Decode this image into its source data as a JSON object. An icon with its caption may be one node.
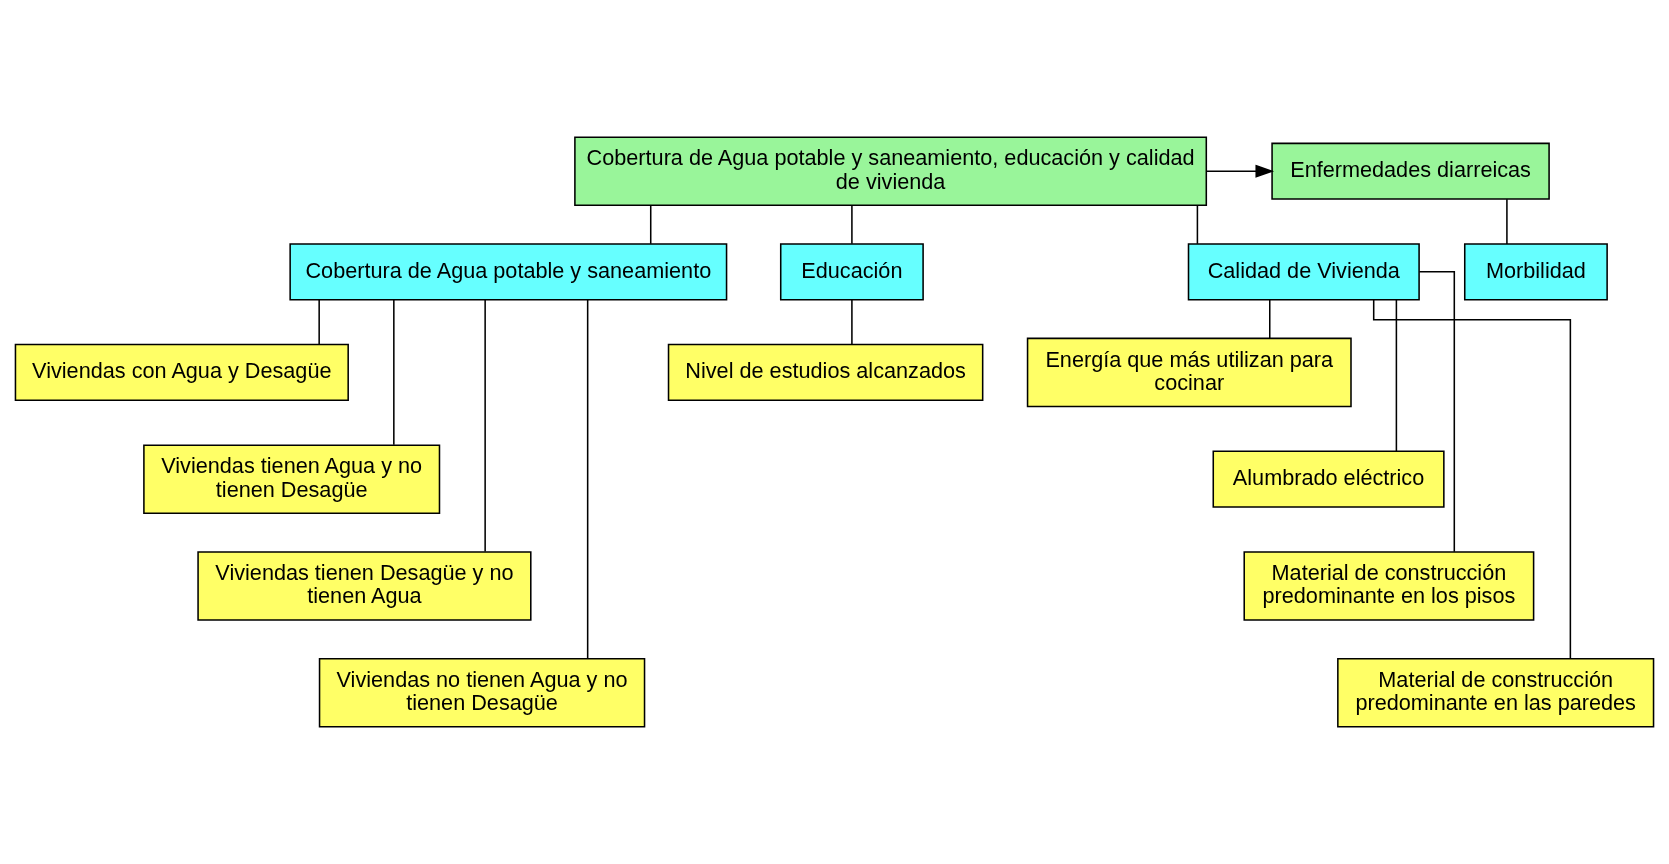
{
  "diagram": {
    "nodes": [
      {
        "text": [
          "Cobertura de Agua potable y saneamiento, educación y calidad de vivienda"
        ]
      },
      {
        "text": [
          "Enfermedades diarreicas"
        ]
      },
      {
        "text": [
          "Cobertura de Agua potable y saneamiento"
        ]
      },
      {
        "text": [
          "Educación"
        ]
      },
      {
        "text": [
          "Calidad de Vivienda"
        ]
      },
      {
        "text": [
          "Morbilidad"
        ]
      },
      {
        "text": [
          "Viviendas con Agua y Desagüe"
        ]
      },
      {
        "text": [
          "Viviendas tienen Agua y no tienen Desagüe"
        ]
      },
      {
        "text": [
          "Viviendas tienen Desagüe y no tienen Agua"
        ]
      },
      {
        "text": [
          "Viviendas no tienen Agua y no tienen Desagüe"
        ]
      },
      {
        "text": [
          "Nivel de estudios alcanzados"
        ]
      },
      {
        "text": [
          "Energía que más utilizan para cocinar"
        ]
      },
      {
        "text": [
          "Alumbrado eléctrico"
        ]
      },
      {
        "text": [
          "Material de construcción predominante en los pisos"
        ]
      },
      {
        "text": [
          "Material de construcción predominante en las paredes"
        ]
      }
    ],
    "edges": [
      {
        "from": 0,
        "to": 1,
        "arrow": "to"
      },
      {
        "from": 0,
        "to": 2,
        "arrow": "none"
      },
      {
        "from": 0,
        "to": 3,
        "arrow": "none"
      },
      {
        "from": 0,
        "to": 4,
        "arrow": "none"
      },
      {
        "from": 1,
        "to": 5,
        "arrow": "none"
      },
      {
        "from": 2,
        "to": 6,
        "arrow": "none"
      },
      {
        "from": 2,
        "to": 7,
        "arrow": "none"
      },
      {
        "from": 2,
        "to": 8,
        "arrow": "none"
      },
      {
        "from": 2,
        "to": 9,
        "arrow": "none"
      },
      {
        "from": 3,
        "to": 10,
        "arrow": "none"
      },
      {
        "from": 4,
        "to": 11,
        "arrow": "none"
      },
      {
        "from": 4,
        "to": 12,
        "arrow": "none"
      },
      {
        "from": 4,
        "to": 13,
        "arrow": "none"
      },
      {
        "from": 4,
        "to": 14,
        "arrow": "none"
      }
    ]
  }
}
